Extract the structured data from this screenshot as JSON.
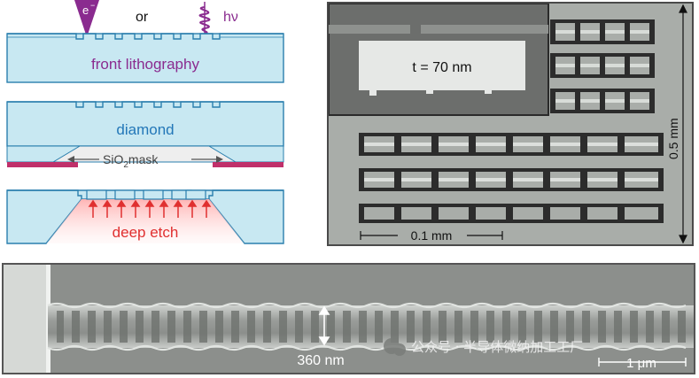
{
  "diagram": {
    "ebeam_label": "e",
    "ebeam_sup": "−",
    "or_label": "or",
    "photon_label": "hν",
    "layer1_label": "front lithography",
    "layer2_label": "diamond",
    "mask_label_pre": "SiO",
    "mask_label_sub": "2",
    "mask_label_post": "mask",
    "layer3_label": "deep etch",
    "colors": {
      "diamond_fill": "#c8e8f2",
      "diamond_stroke": "#2a7fae",
      "mask": "#c0306a",
      "purple": "#8a2b8f",
      "blue": "#2377b8",
      "red": "#e03030"
    }
  },
  "sem_grid": {
    "inset_label": "t = 70 nm",
    "scale_vertical": "0.5 mm",
    "scale_horizontal": "0.1 mm"
  },
  "sem_bottom": {
    "width_label": "360 nm",
    "scale_label": "1 μm",
    "watermark": "公众号 · 半导体微纳加工工厂"
  }
}
